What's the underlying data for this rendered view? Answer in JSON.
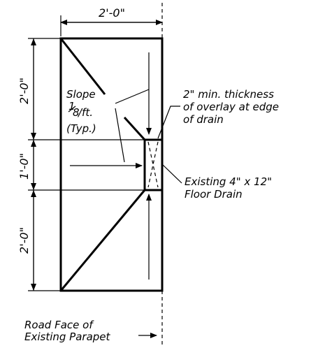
{
  "dimensions": {
    "top_width": "2'-0\"",
    "left_upper": "2'-0\"",
    "left_middle": "1'-0\"",
    "left_lower": "2'-0\""
  },
  "labels": {
    "slope_line1": "Slope",
    "slope_line2": "/ft.",
    "slope_fraction_num": "1",
    "slope_fraction_den": "8",
    "slope_line3": "(Typ.)",
    "overlay_line1": "2\" min. thickness",
    "overlay_line2": "of overlay at edge",
    "overlay_line3": "of drain",
    "drain_line1": "Existing 4\" x 12\"",
    "drain_line2": "Floor Drain",
    "parapet_line1": "Road Face of",
    "parapet_line2": "Existing Parapet"
  }
}
